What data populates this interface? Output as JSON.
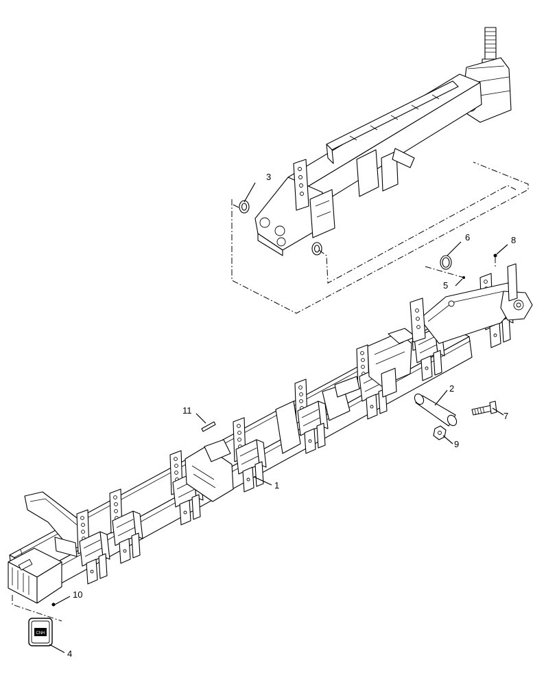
{
  "callouts": {
    "c1": "1",
    "c2": "2",
    "c3": "3",
    "c4": "4",
    "c5": "5",
    "c6": "6",
    "c7": "7",
    "c8": "8",
    "c9": "9",
    "c10": "10",
    "c11": "11"
  },
  "decal_text": "CNH"
}
